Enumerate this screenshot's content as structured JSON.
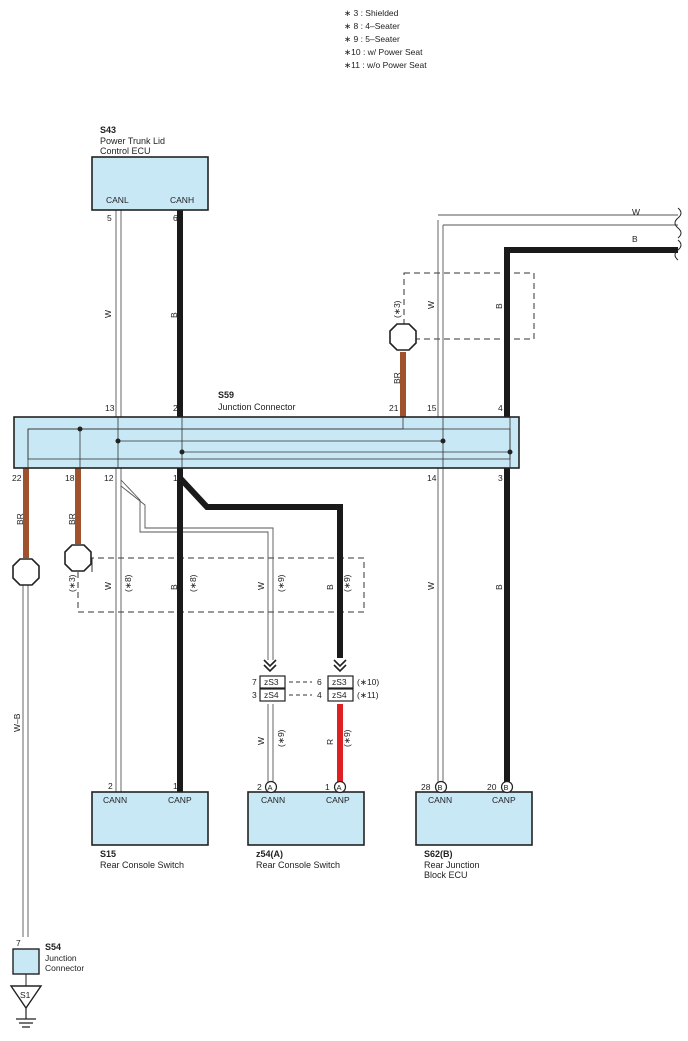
{
  "legend": [
    "∗ 3 : Shielded",
    "∗ 8 : 4–Seater",
    "∗ 9 : 5–Seater",
    "∗10 : w/ Power Seat",
    "∗11 : w/o Power Seat"
  ],
  "components": {
    "s43": {
      "code": "S43",
      "name1": "Power Trunk Lid",
      "name2": "Control ECU",
      "pin_canl": "CANL",
      "pin_canh": "CANH",
      "pin_canl_no": "5",
      "pin_canh_no": "6"
    },
    "s59": {
      "code": "S59",
      "name": "Junction Connector",
      "pins_top": [
        "13",
        "2",
        "21",
        "15",
        "4"
      ],
      "pins_bottom": [
        "22",
        "18",
        "12",
        "1",
        "14",
        "3"
      ]
    },
    "s15": {
      "code": "S15",
      "name": "Rear Console Switch",
      "pin_cann": "CANN",
      "pin_canp": "CANP",
      "pin_cann_no": "2",
      "pin_canp_no": "1"
    },
    "z54": {
      "code": "z54(A)",
      "name": "Rear Console Switch",
      "pin_cann": "CANN",
      "pin_canp": "CANP",
      "pin_cann_no": "2",
      "pin_canp_no": "1",
      "conn": "A"
    },
    "s62": {
      "code": "S62(B)",
      "name1": "Rear Junction",
      "name2": "Block ECU",
      "pin_cann": "CANN",
      "pin_canp": "CANP",
      "pin_cann_no": "28",
      "pin_canp_no": "20",
      "conn": "B"
    },
    "s54": {
      "code": "S54",
      "name1": "Junction",
      "name2": "Connector",
      "pin_no": "7"
    },
    "ground": {
      "label": "S1"
    }
  },
  "connectors": {
    "zs3": "zS3",
    "zs4": "zS4",
    "left_pin_zs3": "7",
    "left_pin_zs4": "3",
    "right_pin_zs3": "6",
    "right_pin_zs4": "4",
    "note_zs3": "(∗10)",
    "note_zs4": "(∗11)"
  },
  "wire_labels": {
    "w": "W",
    "b": "B",
    "br": "BR",
    "r": "R",
    "wb": "W–B",
    "n3": "(∗3)",
    "n8": "(∗8)",
    "n9": "(∗9)"
  },
  "colors": {
    "black_wire": "#1a1a1a",
    "brown_wire": "#a0522d",
    "red_wire": "#e02020",
    "box_fill": "#c9e8f6"
  }
}
